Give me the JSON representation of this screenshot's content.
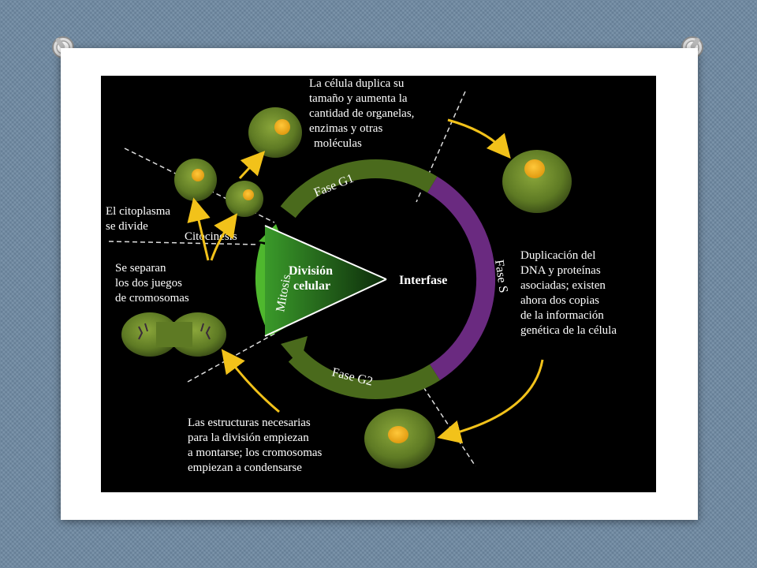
{
  "diagram": {
    "center_left": [
      "División",
      "celular"
    ],
    "center_right": "Interfase",
    "phases": {
      "g1": "Fase G1",
      "s": "Fase S",
      "g2": "Fase G2",
      "mitosis": "Mitosis",
      "citocinesis": "Citocinesis"
    },
    "notes": {
      "g1_growth": [
        "La célula duplica su",
        "tamaño y aumenta la",
        "cantidad de organelas,",
        "enzimas y otras",
        "moléculas"
      ],
      "s_duplication": [
        "Duplicación del",
        "DNA y proteínas",
        "asociadas; existen",
        "ahora dos copias",
        "de la información",
        "genética de la célula"
      ],
      "g2_prep": [
        "Las estructuras necesarias",
        "para la división empiezan",
        "a montarse; los cromosomas",
        "empiezan a condensarse"
      ],
      "mitosis_sep": [
        "Se separan",
        "los dos juegos",
        "de cromosomas"
      ],
      "cytoplasm": [
        "El citoplasma",
        "se divide"
      ]
    }
  },
  "colors": {
    "g1_band": "#4a6a1c",
    "s_band": "#6a2a80",
    "g2_band": "#4a6a1c",
    "mitosis_band": "#4fb82e",
    "cell": "#6e8a2c",
    "nucleus": "#f2a814",
    "arrow": "#f2c21a"
  }
}
